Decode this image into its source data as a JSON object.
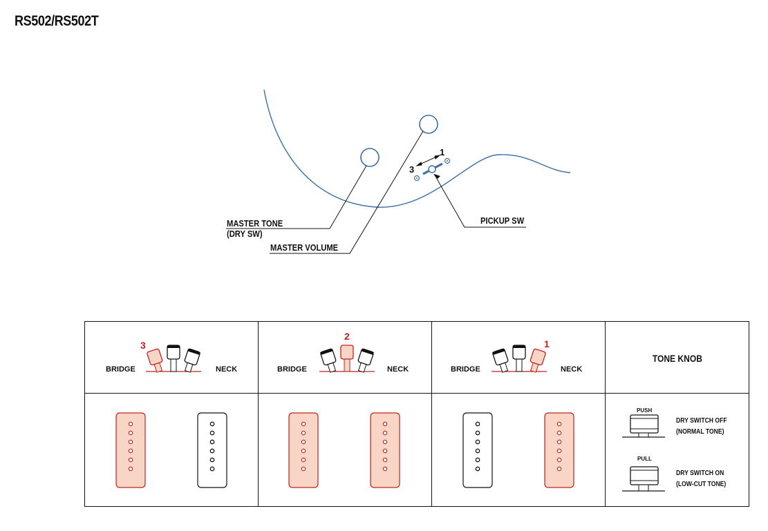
{
  "title": "RS502/RS502T",
  "callouts": {
    "master_tone_line1": "MASTER TONE",
    "master_tone_line2": "(DRY SW)",
    "master_volume": "MASTER VOLUME",
    "pickup_sw": "PICKUP SW",
    "sw_position_1": "1",
    "sw_position_3": "3"
  },
  "switch_positions": [
    {
      "number": "3",
      "left_label": "BRIDGE",
      "right_label": "NECK",
      "bridge_active": true,
      "neck_active": false
    },
    {
      "number": "2",
      "left_label": "BRIDGE",
      "right_label": "NECK",
      "bridge_active": true,
      "neck_active": true
    },
    {
      "number": "1",
      "left_label": "BRIDGE",
      "right_label": "NECK",
      "bridge_active": false,
      "neck_active": true
    }
  ],
  "tone_knob": {
    "title": "TONE KNOB",
    "push_label": "PUSH",
    "push_text_1": "DRY SWITCH OFF",
    "push_text_2": "(NORMAL TONE)",
    "pull_label": "PULL",
    "pull_text_1": "DRY SWITCH ON",
    "pull_text_2": "(LOW-CUT TONE)"
  },
  "colors": {
    "body_outline": "#3a6ea5",
    "active_red": "#c0201f",
    "active_fill": "#f9d5c5",
    "ink": "#111111"
  }
}
